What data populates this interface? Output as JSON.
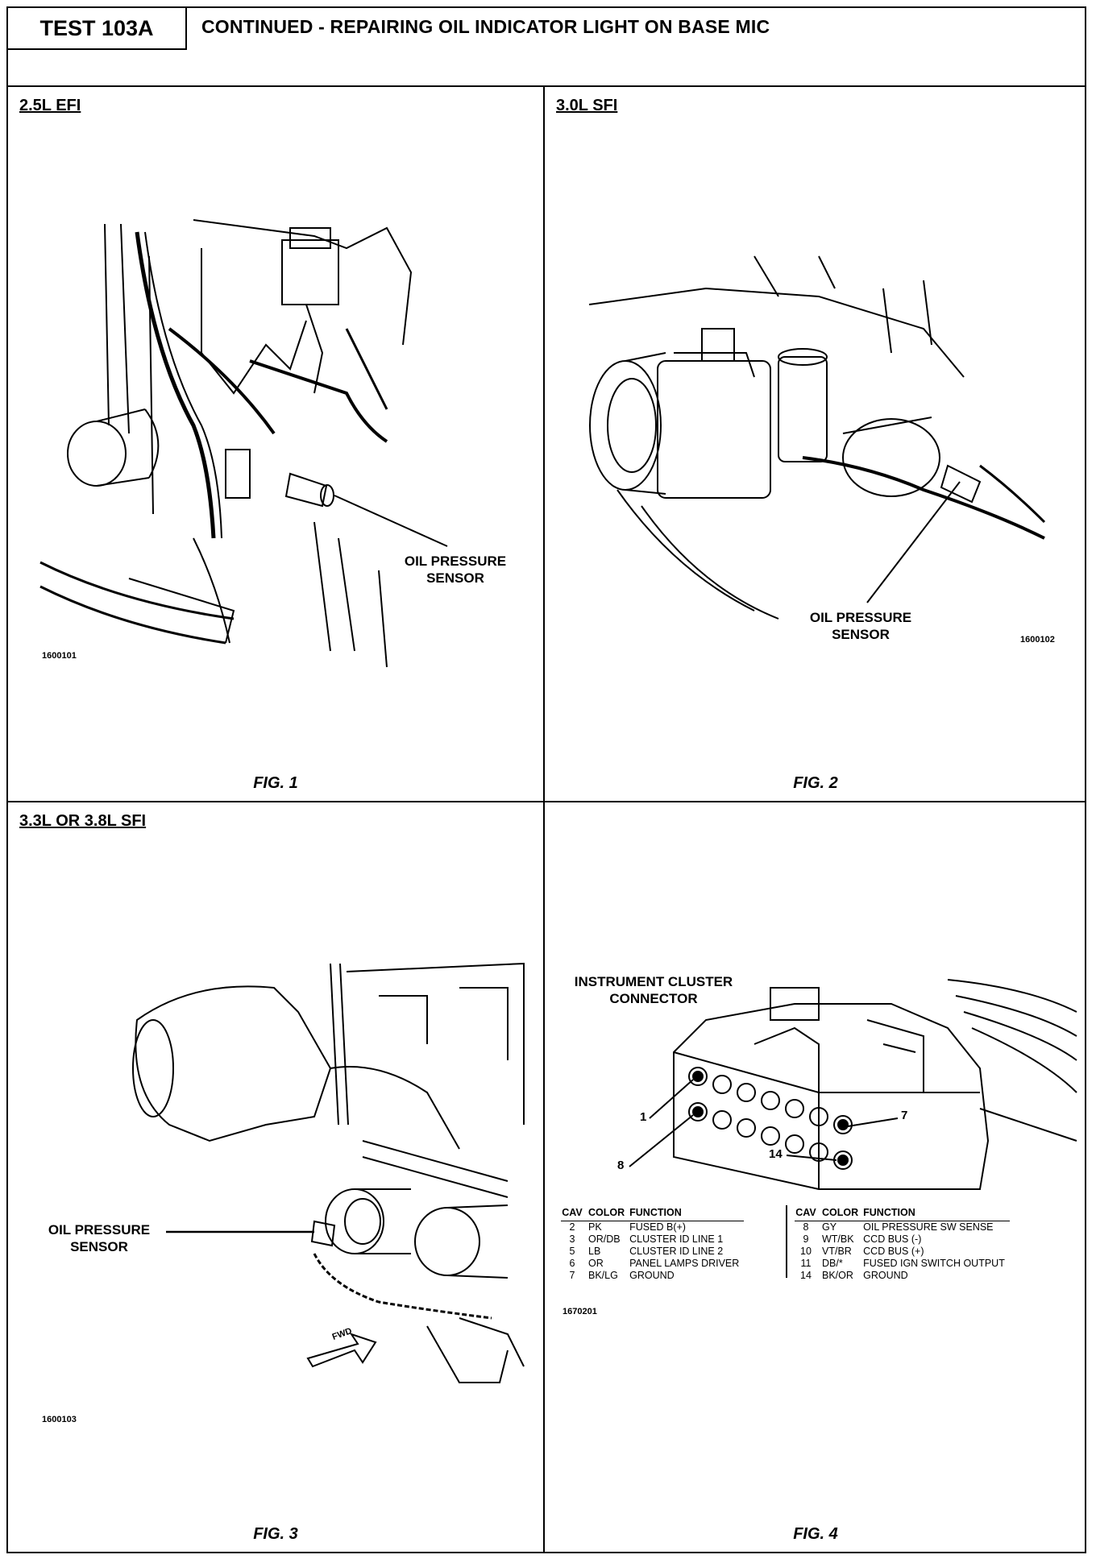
{
  "header": {
    "test_id": "TEST 103A",
    "title": "CONTINUED -  REPAIRING OIL INDICATOR LIGHT ON BASE MIC"
  },
  "figures": [
    {
      "heading": "2.5L EFI",
      "callout": [
        "OIL PRESSURE",
        "SENSOR"
      ],
      "ref": "1600101",
      "caption": "FIG. 1"
    },
    {
      "heading": "3.0L SFI",
      "callout": [
        "OIL PRESSURE",
        "SENSOR"
      ],
      "ref": "1600102",
      "caption": "FIG. 2"
    },
    {
      "heading": "3.3L OR 3.8L SFI",
      "callout": [
        "OIL PRESSURE",
        "SENSOR"
      ],
      "ref": "1600103",
      "caption": "FIG. 3"
    },
    {
      "heading": "",
      "callout": [
        "INSTRUMENT CLUSTER",
        "CONNECTOR"
      ],
      "ref": "1670201",
      "caption": "FIG. 4"
    }
  ],
  "connector": {
    "pin_labels": [
      "1",
      "7",
      "8",
      "14"
    ],
    "fwd_label": "FWD",
    "table_headers": [
      "CAV",
      "COLOR",
      "FUNCTION"
    ],
    "left_rows": [
      {
        "cav": "2",
        "color": "PK",
        "function": "FUSED B(+)"
      },
      {
        "cav": "3",
        "color": "OR/DB",
        "function": "CLUSTER ID LINE 1"
      },
      {
        "cav": "5",
        "color": "LB",
        "function": "CLUSTER ID LINE 2"
      },
      {
        "cav": "6",
        "color": "OR",
        "function": "PANEL LAMPS DRIVER"
      },
      {
        "cav": "7",
        "color": "BK/LG",
        "function": "GROUND"
      }
    ],
    "right_rows": [
      {
        "cav": "8",
        "color": "GY",
        "function": "OIL PRESSURE SW SENSE"
      },
      {
        "cav": "9",
        "color": "WT/BK",
        "function": "CCD BUS (-)"
      },
      {
        "cav": "10",
        "color": "VT/BR",
        "function": "CCD BUS (+)"
      },
      {
        "cav": "11",
        "color": "DB/*",
        "function": "FUSED IGN SWITCH OUTPUT"
      },
      {
        "cav": "14",
        "color": "BK/OR",
        "function": "GROUND"
      }
    ]
  }
}
